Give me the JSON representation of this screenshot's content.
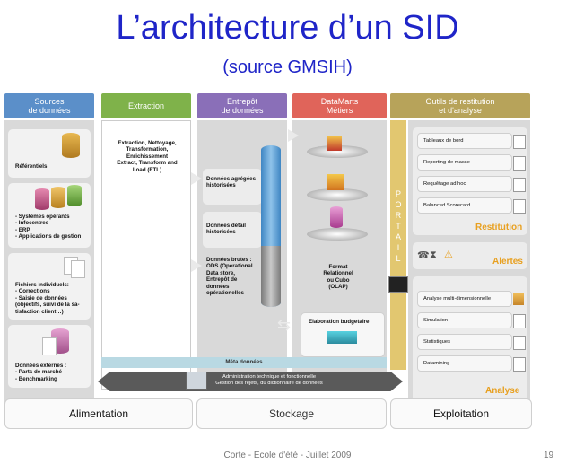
{
  "title": "L’architecture d’un SID",
  "subtitle": "(source GMSIH)",
  "headers": {
    "sources": "Sources\nde données",
    "extraction": "Extraction",
    "entrepot": "Entrepôt\nde données",
    "datamarts": "DataMarts\nMétiers",
    "outils": "Outils de restitution\net d'analyse"
  },
  "sources": {
    "referentiels": "Référentiels",
    "systemes": "- Systèmes opérants\n- Infocentres\n- ERP\n- Applications de gestion",
    "fichiers": "Fichiers individuels:\n- Corrections\n- Saisie de données\n(objectifs, suivi de la sa-\ntisfaction client…)",
    "externes": "Données externes :\n- Parts de marché\n- Benchmarking"
  },
  "extraction_text": "Extraction, Nettoyage,\nTransformation,\nEnrichissement\nExtract, Transform and\nLoad (ETL)",
  "entrepot": {
    "agregees": "Données agrégées\nhistorisées",
    "detail": "Données détail\nhistorisées",
    "brutes": "Données brutes :\nODS (Operational\nData store,\nEntrepôt de\ndonnées\nopérationelles"
  },
  "datamarts": {
    "format": "Format\nRelationnel\nou Cubo\n(OLAP)",
    "elaboration": "Elaboration budgetaire"
  },
  "portail_letters": [
    "P",
    "O",
    "R",
    "T",
    "A",
    "I",
    "L"
  ],
  "restitution": {
    "items": [
      "Tableaux de bord",
      "Reporting de masse",
      "Requêtage ad hoc",
      "Balanced Scorecard"
    ],
    "label": "Restitution"
  },
  "alertes_label": "Alertes",
  "analyse": {
    "items": [
      "Analyse multi-dimensionnelle",
      "Simulation",
      "Statistiques",
      "Datamining"
    ],
    "label": "Analyse"
  },
  "meta_donnees": "Méta données",
  "administration": "Administration technique et fonctionnelle\nGestion des rejets, du dictionnaire de données",
  "bottom_labels": {
    "alimentation": "Alimentation",
    "stockage": "Stockage",
    "exploitation": "Exploitation"
  },
  "footer": "Corte - Ecole d'été - Juillet 2009",
  "page_number": "19",
  "colors": {
    "title": "#1f25c8",
    "header_blue": "#5b8fc9",
    "header_green": "#7fb24a",
    "header_purple": "#8a6fb8",
    "header_red": "#e0645a",
    "header_gold": "#b7a35a",
    "accent_orange": "#e8a020"
  }
}
